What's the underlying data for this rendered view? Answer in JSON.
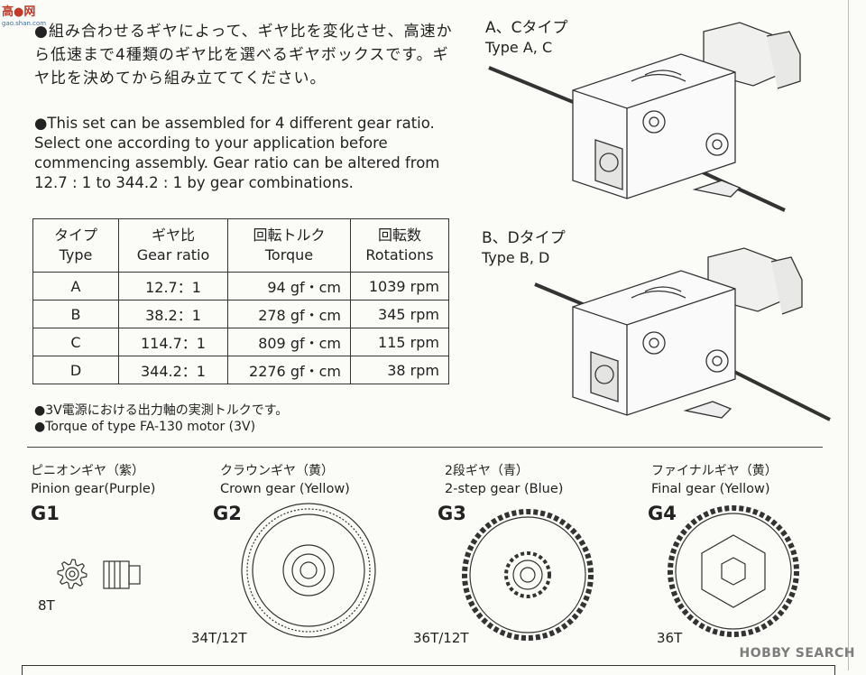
{
  "logo": {
    "text": "高●网",
    "sub": "gao.shan.com"
  },
  "intro": {
    "jp": "●組み合わせるギヤによって、ギヤ比を変化させ、高速から低速まで4種類のギヤ比を選べるギヤボックスです。ギヤ比を決めてから組み立ててください。",
    "en": "●This set can be assembled for 4 different gear ratio. Select one according to your application before commencing assembly. Gear ratio can be altered from 12.7 : 1 to 344.2 : 1 by gear combinations."
  },
  "table": {
    "headers": [
      {
        "jp": "タイプ",
        "en": "Type"
      },
      {
        "jp": "ギヤ比",
        "en": "Gear ratio"
      },
      {
        "jp": "回転トルク",
        "en": "Torque"
      },
      {
        "jp": "回転数",
        "en": "Rotations"
      }
    ],
    "rows": [
      {
        "type": "A",
        "ratio": "12.7：1",
        "torque": "94 gf・cm",
        "rpm": "1039 rpm"
      },
      {
        "type": "B",
        "ratio": "38.2：1",
        "torque": "278 gf・cm",
        "rpm": "345 rpm"
      },
      {
        "type": "C",
        "ratio": "114.7：1",
        "torque": "809 gf・cm",
        "rpm": "115 rpm"
      },
      {
        "type": "D",
        "ratio": "344.2：1",
        "torque": "2276 gf・cm",
        "rpm": "38 rpm"
      }
    ]
  },
  "notes": {
    "jp": "●3V電源における出力軸の実測トルクです。",
    "en": "●Torque of type FA-130 motor (3V)"
  },
  "types": {
    "ac": {
      "jp": "A、Cタイプ",
      "en": "Type A, C"
    },
    "bd": {
      "jp": "B、Dタイプ",
      "en": "Type B, D"
    }
  },
  "gears": [
    {
      "jp": "ピニオンギヤ（紫）",
      "en": "Pinion gear(Purple)",
      "code": "G1",
      "teeth": "8T"
    },
    {
      "jp": "クラウンギヤ（黄）",
      "en": "Crown gear (Yellow)",
      "code": "G2",
      "teeth": "34T/12T"
    },
    {
      "jp": "2段ギヤ（青）",
      "en": "2-step gear (Blue)",
      "code": "G3",
      "teeth": "36T/12T"
    },
    {
      "jp": "ファイナルギヤ（黄）",
      "en": "Final gear (Yellow)",
      "code": "G4",
      "teeth": "36T"
    }
  ],
  "watermark": "HOBBY SEARCH"
}
